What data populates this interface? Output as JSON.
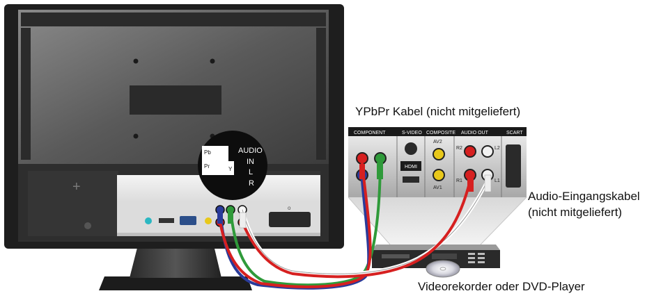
{
  "callouts": {
    "ypbpr_cable": "YPbPr Kabel (nicht mitgeliefert)",
    "audio_cable_line1": "Audio-Eingangskabel",
    "audio_cable_line2": "(nicht mitgeliefert)",
    "player": "Videorekorder oder DVD-Player"
  },
  "monitor_panel": {
    "audio_label": "AUDIO",
    "in_label": "IN",
    "l_label": "L",
    "r_label": "R",
    "pb_label": "Pb",
    "pr_label": "Pr",
    "y_label": "Y"
  },
  "device_panel": {
    "component": "COMPONENT",
    "svideo": "S-VIDEO",
    "composite": "COMPOSITE",
    "audio_out": "AUDIO OUT",
    "scart": "SCART",
    "hdmi": "HDMI",
    "av1": "AV1",
    "av2": "AV2",
    "r1": "R1",
    "r2": "R2",
    "l1": "L1",
    "l2": "L2"
  },
  "colors": {
    "green": "#2f9a3a",
    "blue": "#2a3b9a",
    "red": "#d62020",
    "white": "#f2f2f2",
    "yellow": "#e8c81a"
  }
}
